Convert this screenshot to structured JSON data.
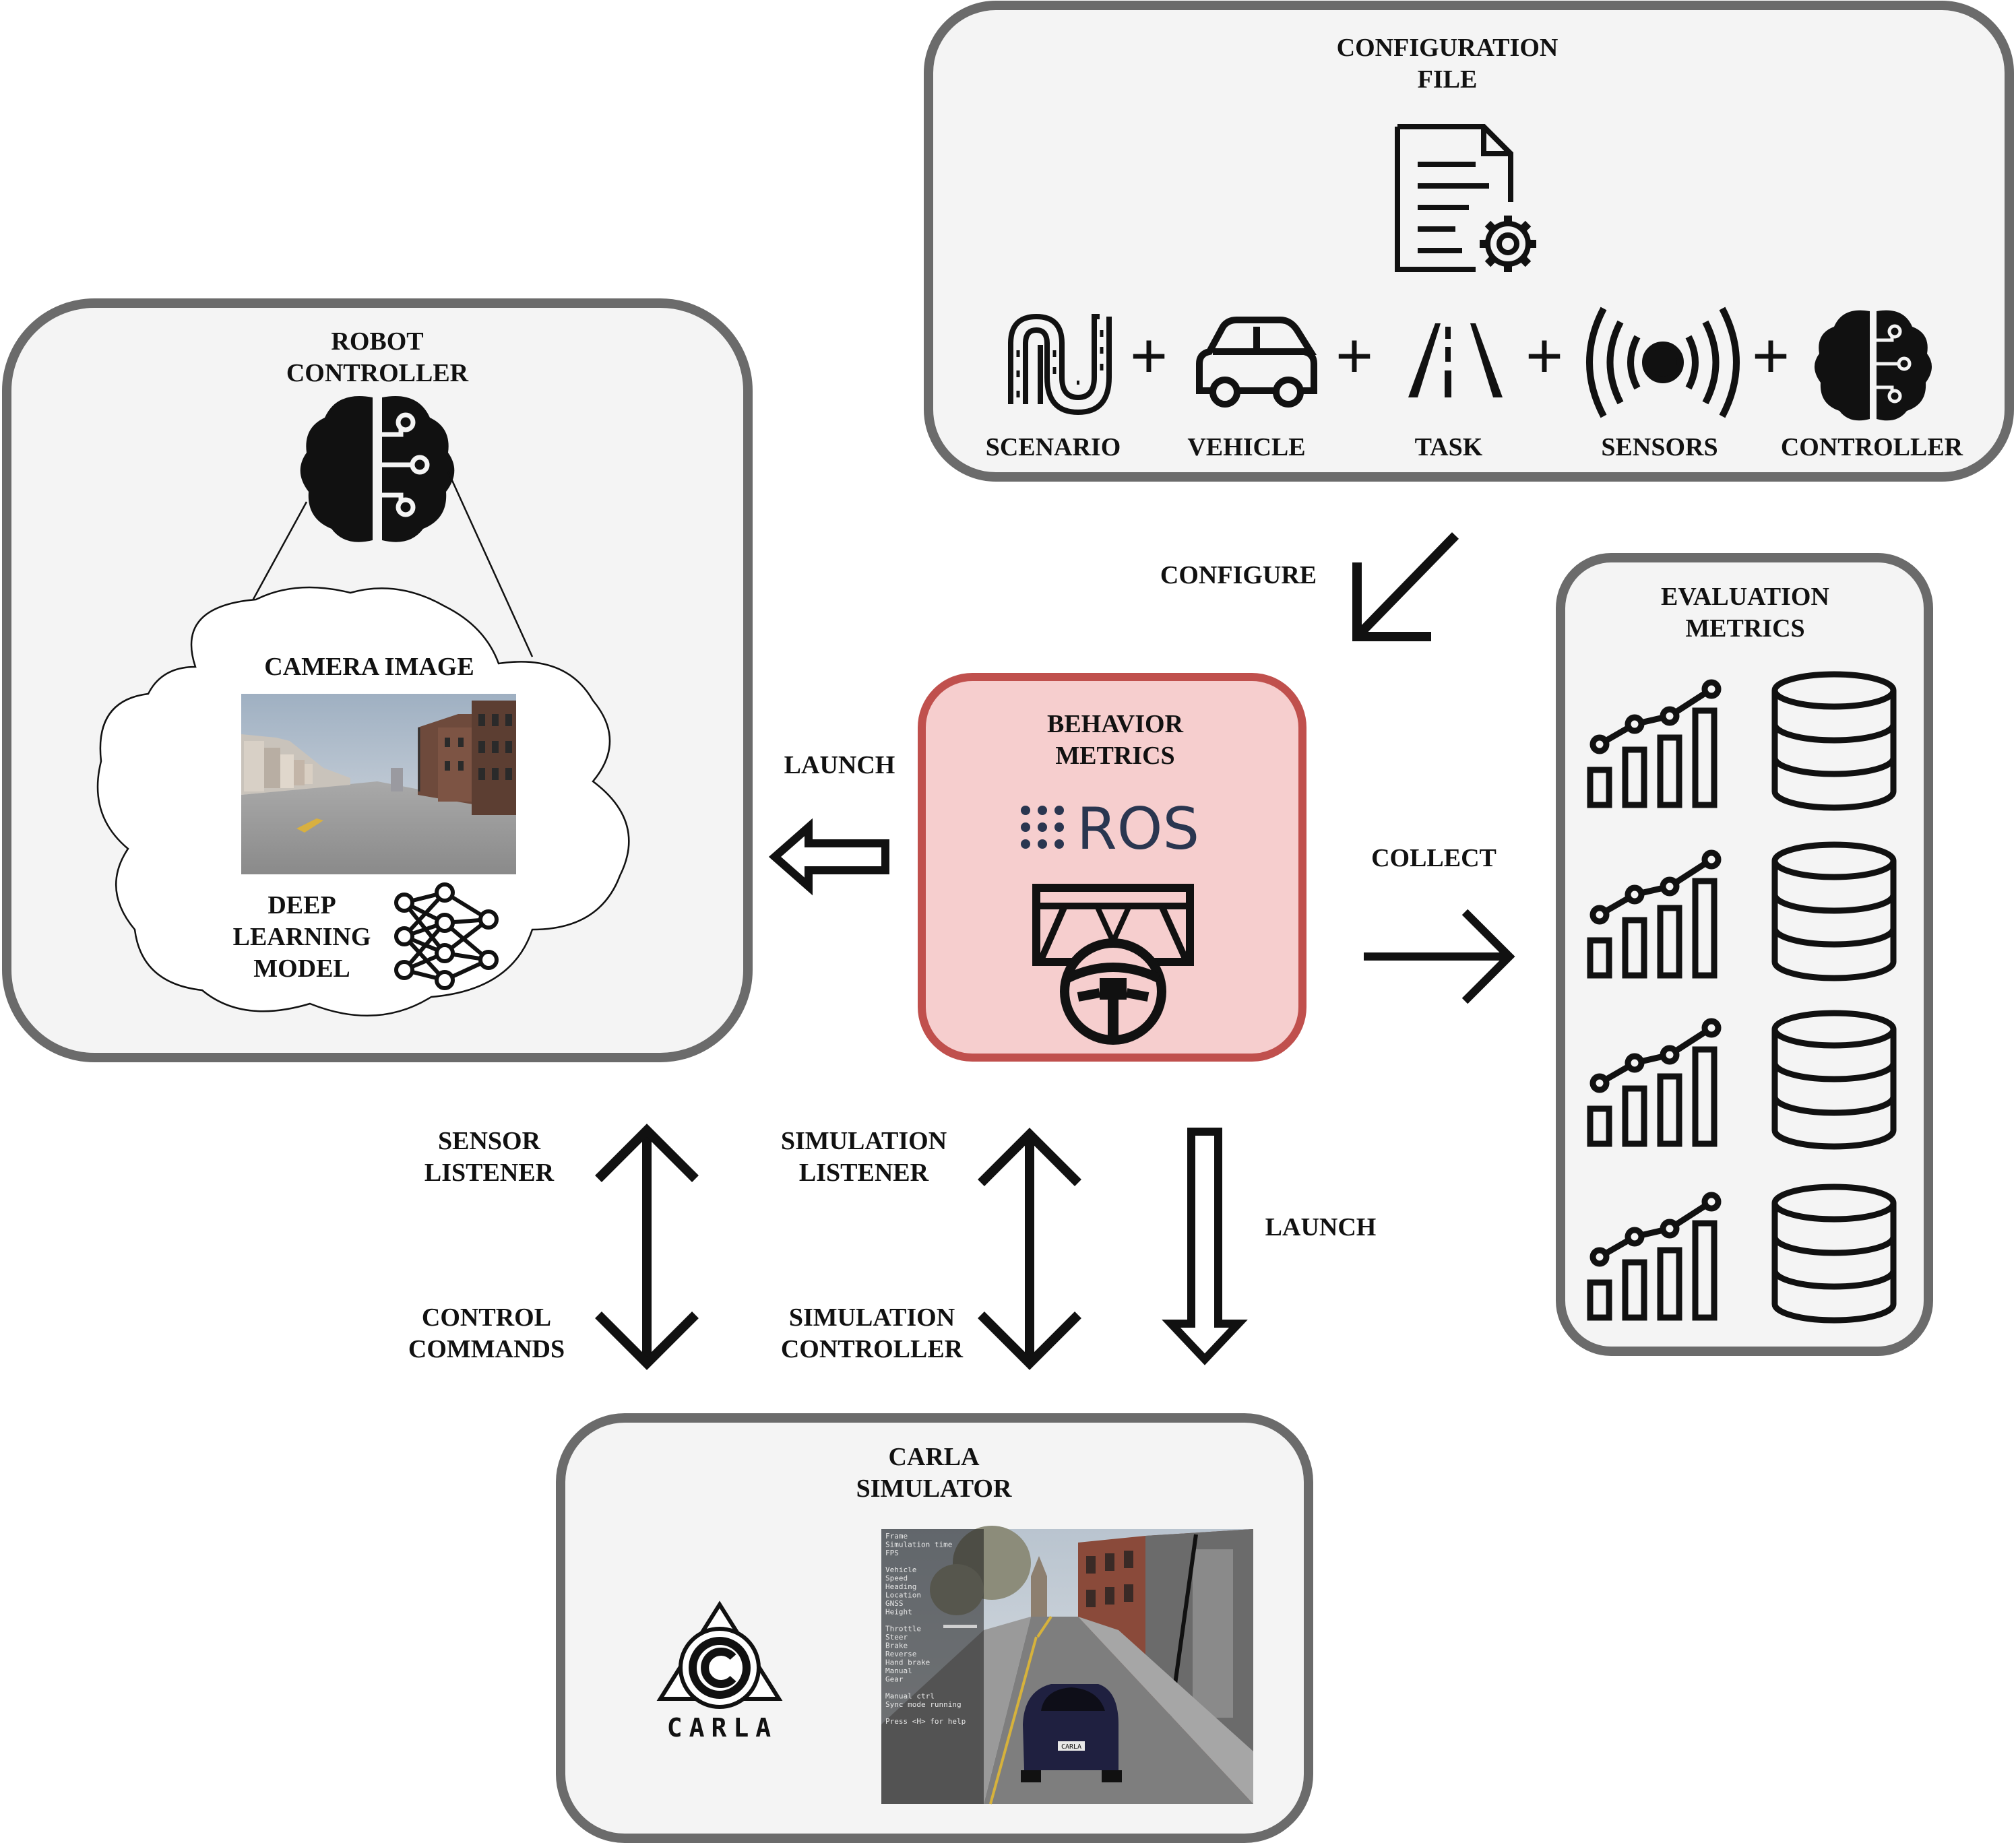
{
  "config_box": {
    "title_line1": "CONFIGURATION",
    "title_line2": "FILE",
    "items": [
      {
        "label": "SCENARIO",
        "icon": "track-icon"
      },
      {
        "label": "VEHICLE",
        "icon": "car-icon"
      },
      {
        "label": "TASK",
        "icon": "road-icon"
      },
      {
        "label": "SENSORS",
        "icon": "sensor-signal-icon"
      },
      {
        "label": "CONTROLLER",
        "icon": "brain-circuit-icon"
      }
    ],
    "plus": "+"
  },
  "robot_controller": {
    "title_line1": "ROBOT",
    "title_line2": "CONTROLLER",
    "camera_label": "CAMERA IMAGE",
    "model_line1": "DEEP",
    "model_line2": "LEARNING",
    "model_line3": "MODEL"
  },
  "behavior_metrics": {
    "title_line1": "BEHAVIOR",
    "title_line2": "METRICS",
    "ros_label": "ROS"
  },
  "evaluation_metrics": {
    "title_line1": "EVALUATION",
    "title_line2": "METRICS",
    "rows": 4
  },
  "carla": {
    "title_line1": "CARLA",
    "title_line2": "SIMULATOR",
    "logo_text": "CARLA",
    "hud_lines": [
      "Frame",
      "Simulation time",
      "FPS",
      "",
      "Vehicle",
      "Speed",
      "Heading",
      "Location",
      "GNSS",
      "Height",
      "",
      "Throttle",
      "Steer",
      "Brake",
      "Reverse",
      "Hand brake",
      "Manual",
      "Gear",
      "",
      "Manual ctrl",
      "Sync mode running",
      "",
      "Press <H> for help"
    ],
    "plate": "CARLA"
  },
  "arrows": {
    "configure": "CONFIGURE",
    "launch_left": "LAUNCH",
    "collect": "COLLECT",
    "launch_down": "LAUNCH",
    "sensor_line1": "SENSOR",
    "sensor_line2": "LISTENER",
    "control_line1": "CONTROL",
    "control_line2": "COMMANDS",
    "sim_listener_line1": "SIMULATION",
    "sim_listener_line2": "LISTENER",
    "sim_controller_line1": "SIMULATION",
    "sim_controller_line2": "CONTROLLER"
  },
  "colors": {
    "box_fill": "#f4f4f4",
    "box_stroke": "#6b6b6b",
    "behavior_fill": "#f6cece",
    "behavior_stroke": "#c0504d",
    "ros_color": "#2a3650"
  }
}
